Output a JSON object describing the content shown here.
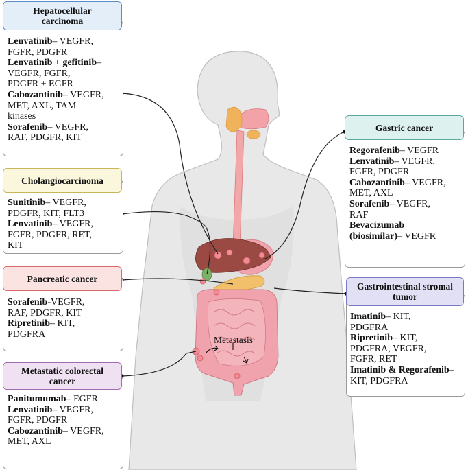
{
  "panels": {
    "hcc": {
      "title_lines": [
        "Hepatocellular",
        "carcinoma"
      ],
      "header_bg": "#e3eef8",
      "header_border": "#5b8ec7",
      "lines": [
        {
          "drug": "Lenvatinib",
          "rest": "– VEGFR,"
        },
        {
          "drug": "",
          "rest": "FGFR, PDGFR"
        },
        {
          "drug": "Lenvatinib + gefitinib",
          "rest": "–"
        },
        {
          "drug": "",
          "rest": "VEGFR, FGFR,"
        },
        {
          "drug": "",
          "rest": "PDGFR + EGFR"
        },
        {
          "drug": "Cabozantinib",
          "rest": "– VEGFR,"
        },
        {
          "drug": "",
          "rest": "MET, AXL, TAM"
        },
        {
          "drug": "",
          "rest": "kinases"
        },
        {
          "drug": "Sorafenib",
          "rest": "– VEGFR,"
        },
        {
          "drug": "",
          "rest": "RAF, PDGFR, KIT"
        }
      ]
    },
    "chol": {
      "title_lines": [
        "Cholangiocarcinoma"
      ],
      "header_bg": "#fbf7dc",
      "header_border": "#c8b65a",
      "lines": [
        {
          "drug": "Sunitinib",
          "rest": "– VEGFR,"
        },
        {
          "drug": "",
          "rest": "PDGFR, KIT, FLT3"
        },
        {
          "drug": "Lenvatinib",
          "rest": "– VEGFR,"
        },
        {
          "drug": "",
          "rest": "FGFR, PDGFR, RET,"
        },
        {
          "drug": "",
          "rest": "KIT"
        }
      ]
    },
    "panc": {
      "title_lines": [
        "Pancreatic cancer"
      ],
      "header_bg": "#fbe3e2",
      "header_border": "#d9696a",
      "lines": [
        {
          "drug": "Sorafenib",
          "rest": "-VEGFR,"
        },
        {
          "drug": "",
          "rest": "RAF, PDGFR, KIT"
        },
        {
          "drug": "Ripretinib",
          "rest": "– KIT,"
        },
        {
          "drug": "",
          "rest": "PDGFRA"
        }
      ]
    },
    "crc": {
      "title_lines": [
        "Metastatic colorectal",
        "cancer"
      ],
      "header_bg": "#efe0f2",
      "header_border": "#a06cb0",
      "lines": [
        {
          "drug": "Panitumumab",
          "rest": "– EGFR"
        },
        {
          "drug": "Lenvatinib",
          "rest": "– VEGFR,"
        },
        {
          "drug": "",
          "rest": "FGFR, PDGFR"
        },
        {
          "drug": "Cabozantinib",
          "rest": "– VEGFR,"
        },
        {
          "drug": "",
          "rest": "MET, AXL"
        }
      ]
    },
    "gastric": {
      "title_lines": [
        "Gastric cancer"
      ],
      "header_bg": "#ddf1ee",
      "header_border": "#5aa89b",
      "lines": [
        {
          "drug": "Regorafenib",
          "rest": "– VEGFR"
        },
        {
          "drug": "Lenvatinib",
          "rest": "– VEGFR,"
        },
        {
          "drug": "",
          "rest": "FGFR, PDGFR"
        },
        {
          "drug": "Cabozantinib",
          "rest": "– VEGFR,"
        },
        {
          "drug": "",
          "rest": "MET, AXL"
        },
        {
          "drug": "Sorafenib",
          "rest": "– VEGFR,"
        },
        {
          "drug": "",
          "rest": "RAF"
        },
        {
          "drug": "Bevacizumab",
          "rest": ""
        },
        {
          "drug": "(biosimilar)",
          "rest": "– VEGFR"
        }
      ]
    },
    "gist": {
      "title_lines": [
        "Gastrointestinal stromal",
        "tumor"
      ],
      "header_bg": "#e2e0f5",
      "header_border": "#7d78c4",
      "lines": [
        {
          "drug": "Imatinib",
          "rest": "– KIT,"
        },
        {
          "drug": "",
          "rest": "PDGFRA"
        },
        {
          "drug": "Ripretinib",
          "rest": "– KIT,"
        },
        {
          "drug": "",
          "rest": "PDGFRA, VEGFR,"
        },
        {
          "drug": "",
          "rest": "FGFR, RET"
        },
        {
          "drug": "Imatinib & Regorafenib",
          "rest": "–"
        },
        {
          "drug": "",
          "rest": "KIT, PDGFRA"
        }
      ]
    }
  },
  "anatomy": {
    "metastasis_label": "Metastasis",
    "colors": {
      "skin": "#e7e7e7",
      "skin_edge": "#bdbdbd",
      "esophagus": "#f2a7a8",
      "liver": "#9b4a43",
      "intestine": "#f0a3ad",
      "pancreas": "#f2c06a",
      "salivary": "#f0b35c",
      "tumor": "#f28b93"
    }
  }
}
